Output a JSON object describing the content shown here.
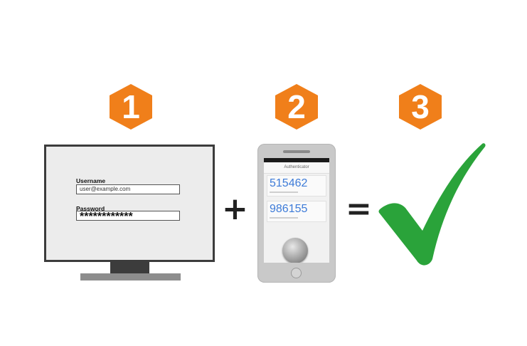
{
  "steps": [
    {
      "number": "1",
      "color": "#f07f1a"
    },
    {
      "number": "2",
      "color": "#f07f1a"
    },
    {
      "number": "3",
      "color": "#f07f1a"
    }
  ],
  "login_form": {
    "username_label": "Username",
    "username_value": "user@example.com",
    "password_label": "Password",
    "password_value": "************"
  },
  "operators": {
    "plus": "+",
    "equals": "="
  },
  "authenticator": {
    "title": "Authenticator",
    "codes": [
      "515462",
      "986155"
    ]
  },
  "colors": {
    "hexagon": "#f07f1a",
    "checkmark": "#2aa33a",
    "monitor": "#3c3c3c",
    "code_text": "#3d7bd8"
  },
  "icons": {
    "result": "checkmark-icon",
    "phone": "smartphone-icon",
    "computer": "monitor-icon"
  }
}
